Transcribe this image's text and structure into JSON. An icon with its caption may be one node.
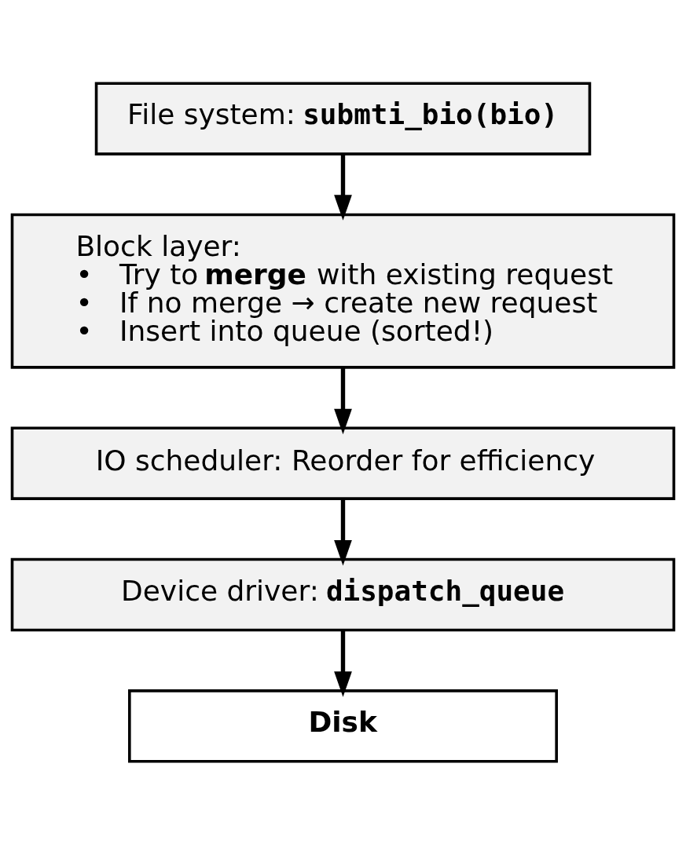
{
  "diagram": {
    "nodes": [
      {
        "text": [
          "File system: **submti_bio(bio)**"
        ]
      },
      {
        "text": [
          "Block layer:",
          "•   Try to **merge** with existing request",
          "•   If no merge → create new request",
          "•   Insert into queue (sorted!)"
        ]
      },
      {
        "text": [
          "IO scheduler: Reorder for efficiency"
        ]
      },
      {
        "text": [
          "Device driver: **dispatch_queue**"
        ]
      },
      {
        "text": [
          "Disk"
        ]
      }
    ],
    "edges": [
      {
        "from": 0,
        "to": 1,
        "arrow": "to"
      },
      {
        "from": 1,
        "to": 2,
        "arrow": "to"
      },
      {
        "from": 2,
        "to": 3,
        "arrow": "to"
      },
      {
        "from": 3,
        "to": 4,
        "arrow": "to"
      }
    ]
  }
}
